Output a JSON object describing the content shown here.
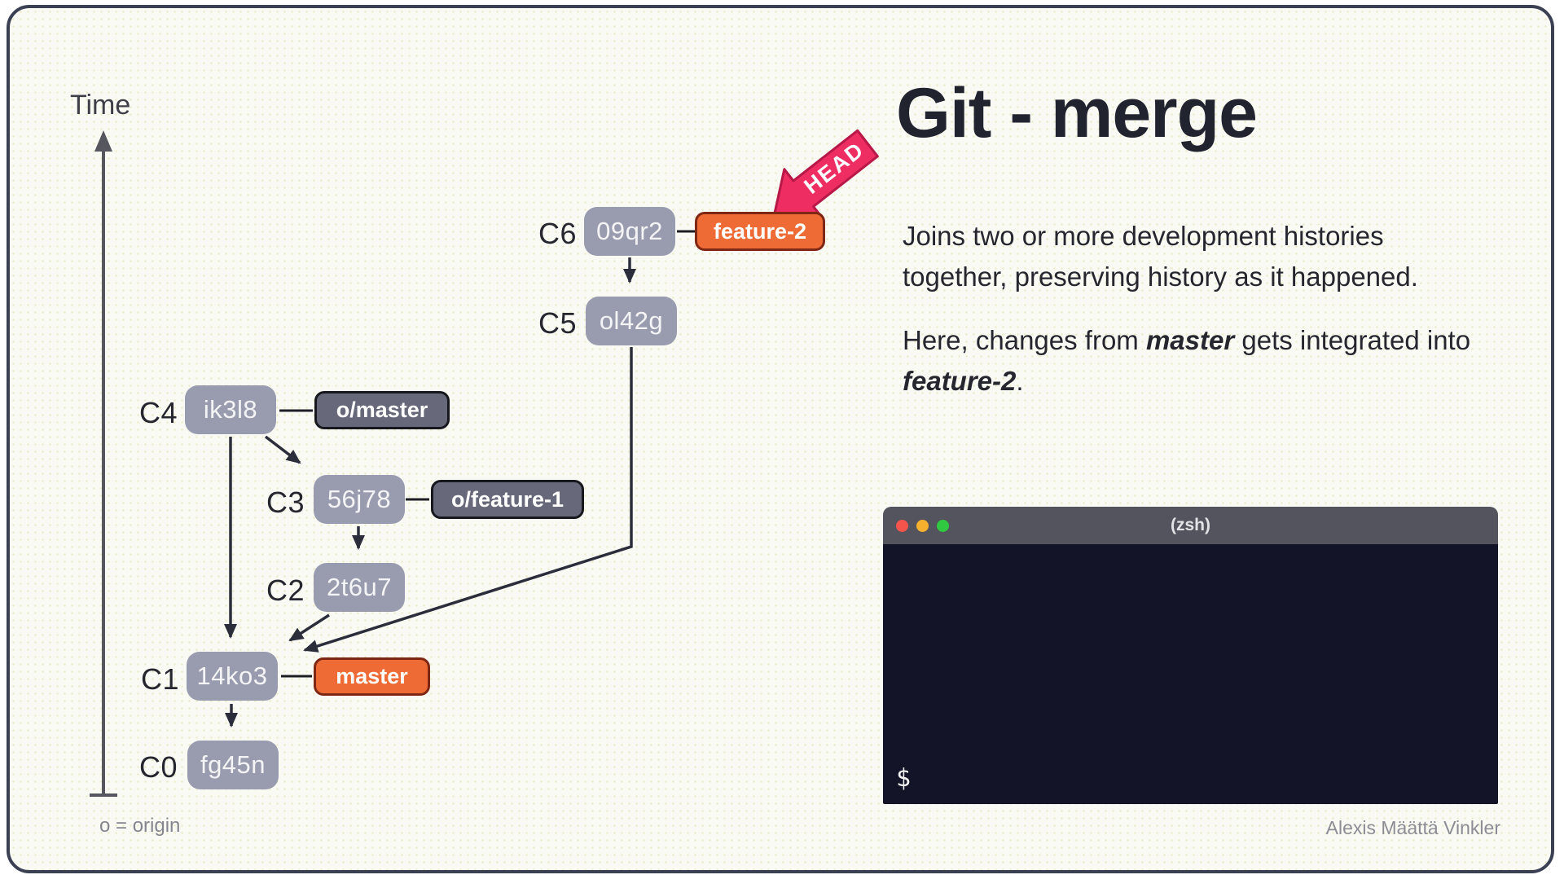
{
  "slide": {
    "title": "Git - merge"
  },
  "axis": {
    "label": "Time",
    "footnote": "o = origin"
  },
  "graph": {
    "commits": [
      {
        "label": "C6",
        "hash": "09qr2"
      },
      {
        "label": "C5",
        "hash": "ol42g"
      },
      {
        "label": "C4",
        "hash": "ik3l8"
      },
      {
        "label": "C3",
        "hash": "56j78"
      },
      {
        "label": "C2",
        "hash": "2t6u7"
      },
      {
        "label": "C1",
        "hash": "14ko3"
      },
      {
        "label": "C0",
        "hash": "fg45n"
      }
    ],
    "branches": {
      "remote_master": "o/master",
      "remote_feature_1": "o/feature-1",
      "master": "master",
      "feature_2": "feature-2"
    },
    "head": "HEAD"
  },
  "panel": {
    "paragraph_1": "Joins two or more development histories together, preserving history as it happened.",
    "paragraph_2": {
      "part_1": "Here, changes from ",
      "em_1": "master",
      "part_2": " gets integrated into ",
      "em_2": "feature-2",
      "part_3": "."
    },
    "terminal": {
      "title": "(zsh)",
      "prompt": "$"
    },
    "attribution": "Alexis Määttä Vinkler"
  },
  "colors": {
    "accent_orange": "#ee6b35",
    "head_pink": "#ee2e63",
    "node_gray": "#999cae",
    "remote_gray": "#67697a",
    "frame_navy": "#3b4053"
  }
}
